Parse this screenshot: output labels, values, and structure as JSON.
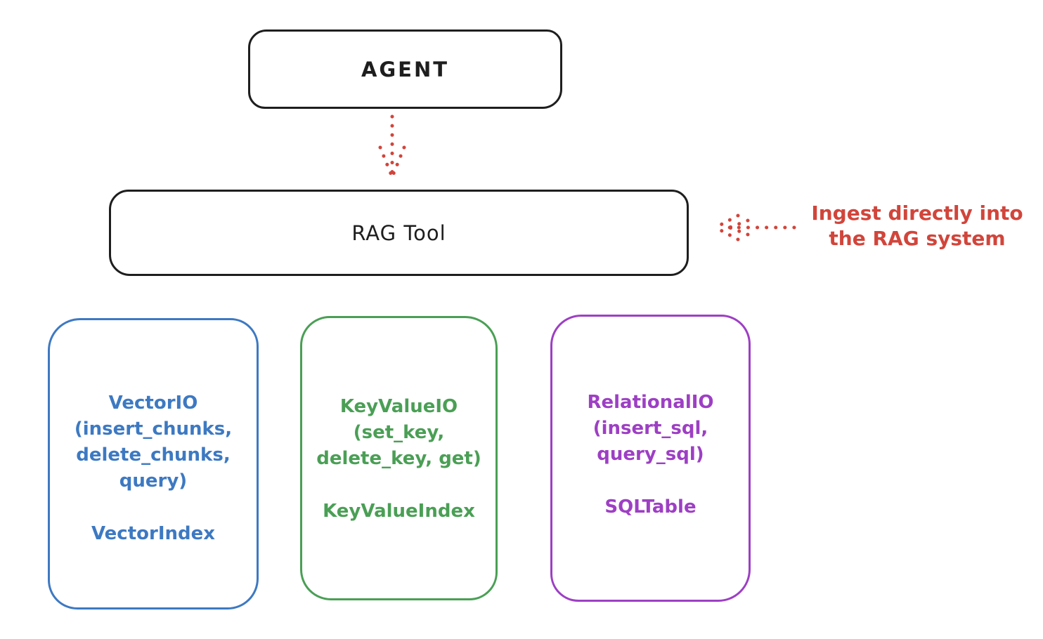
{
  "diagram": {
    "background": "#ffffff",
    "colors": {
      "ink": "#1e1e1e",
      "red": "#d1453b",
      "blue": "#3d79c2",
      "green": "#4a9f55",
      "purple": "#9d3fc4"
    },
    "nodes": {
      "agent": {
        "label": "AGENT"
      },
      "rag_tool": {
        "label": "RAG Tool"
      },
      "vector": {
        "lines": [
          "VectorIO",
          "(insert_chunks,",
          "delete_chunks,",
          "query)"
        ],
        "index_label": "VectorIndex"
      },
      "keyvalue": {
        "lines": [
          "KeyValueIO",
          "(set_key,",
          "delete_key, get)"
        ],
        "index_label": "KeyValueIndex"
      },
      "relational": {
        "lines": [
          "RelationalIO",
          "(insert_sql,",
          "query_sql)"
        ],
        "index_label": "SQLTable"
      }
    },
    "annotation": {
      "line1": "Ingest directly into",
      "line2": "the RAG system"
    },
    "arrows": {
      "agent_to_rag": "dotted-red-down-arrow",
      "ingest_pointer": "dotted-red-left-arrow"
    }
  }
}
